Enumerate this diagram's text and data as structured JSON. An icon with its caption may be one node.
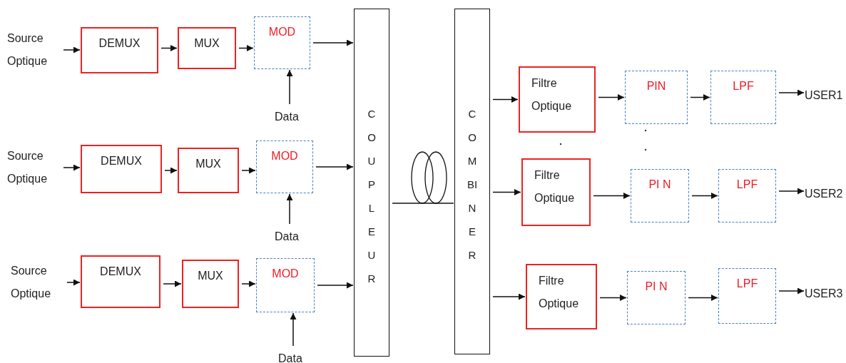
{
  "diagram": {
    "nodes": [
      {
        "text": [
          "Source Optique"
        ]
      },
      {
        "text": [
          "DEMUX"
        ]
      },
      {
        "text": [
          "MUX"
        ]
      },
      {
        "text": [
          "MOD"
        ]
      },
      {
        "text": [
          "Data"
        ]
      },
      {
        "text": [
          "Source Optique"
        ]
      },
      {
        "text": [
          "DEMUX"
        ]
      },
      {
        "text": [
          "MUX"
        ]
      },
      {
        "text": [
          "MOD"
        ]
      },
      {
        "text": [
          "Data"
        ]
      },
      {
        "text": [
          "Source Optique"
        ]
      },
      {
        "text": [
          "DEMUX"
        ]
      },
      {
        "text": [
          "MUX"
        ]
      },
      {
        "text": [
          "MOD"
        ]
      },
      {
        "text": [
          "Data"
        ]
      },
      {
        "text": [
          "C O U P L E U R"
        ]
      },
      {
        "text": [
          "C O M BI N E R"
        ]
      },
      {
        "text": [
          "Filtre Optique"
        ]
      },
      {
        "text": [
          "PIN"
        ]
      },
      {
        "text": [
          "LPF"
        ]
      },
      {
        "text": [
          "USER1"
        ]
      },
      {
        "text": [
          "Filtre Optique"
        ]
      },
      {
        "text": [
          "PI N"
        ]
      },
      {
        "text": [
          "LPF"
        ]
      },
      {
        "text": [
          "USER2"
        ]
      },
      {
        "text": [
          "Filtre Optique"
        ]
      },
      {
        "text": [
          "PI N"
        ]
      },
      {
        "text": [
          "LPF"
        ]
      },
      {
        "text": [
          "USER3"
        ]
      }
    ],
    "edges": [
      {
        "from": 0,
        "to": 1,
        "arrow": "to"
      },
      {
        "from": 1,
        "to": 2,
        "arrow": "to"
      },
      {
        "from": 2,
        "to": 3,
        "arrow": "to"
      },
      {
        "from": 4,
        "to": 3,
        "arrow": "to"
      },
      {
        "from": 3,
        "to": 15,
        "arrow": "to"
      },
      {
        "from": 5,
        "to": 6,
        "arrow": "to"
      },
      {
        "from": 6,
        "to": 7,
        "arrow": "to"
      },
      {
        "from": 7,
        "to": 8,
        "arrow": "to"
      },
      {
        "from": 9,
        "to": 8,
        "arrow": "to"
      },
      {
        "from": 8,
        "to": 15,
        "arrow": "to"
      },
      {
        "from": 10,
        "to": 11,
        "arrow": "to"
      },
      {
        "from": 11,
        "to": 12,
        "arrow": "to"
      },
      {
        "from": 12,
        "to": 13,
        "arrow": "to"
      },
      {
        "from": 14,
        "to": 13,
        "arrow": "to"
      },
      {
        "from": 13,
        "to": 15,
        "arrow": "to"
      },
      {
        "from": 15,
        "to": 16,
        "arrow": "none"
      },
      {
        "from": 16,
        "to": 17,
        "arrow": "to"
      },
      {
        "from": 17,
        "to": 18,
        "arrow": "to"
      },
      {
        "from": 18,
        "to": 19,
        "arrow": "to"
      },
      {
        "from": 19,
        "to": 20,
        "arrow": "to"
      },
      {
        "from": 16,
        "to": 21,
        "arrow": "to"
      },
      {
        "from": 21,
        "to": 22,
        "arrow": "to"
      },
      {
        "from": 22,
        "to": 23,
        "arrow": "to"
      },
      {
        "from": 23,
        "to": 24,
        "arrow": "to"
      },
      {
        "from": 16,
        "to": 25,
        "arrow": "to"
      },
      {
        "from": 25,
        "to": 26,
        "arrow": "to"
      },
      {
        "from": 26,
        "to": 27,
        "arrow": "to"
      },
      {
        "from": 27,
        "to": 28,
        "arrow": "to"
      }
    ]
  }
}
